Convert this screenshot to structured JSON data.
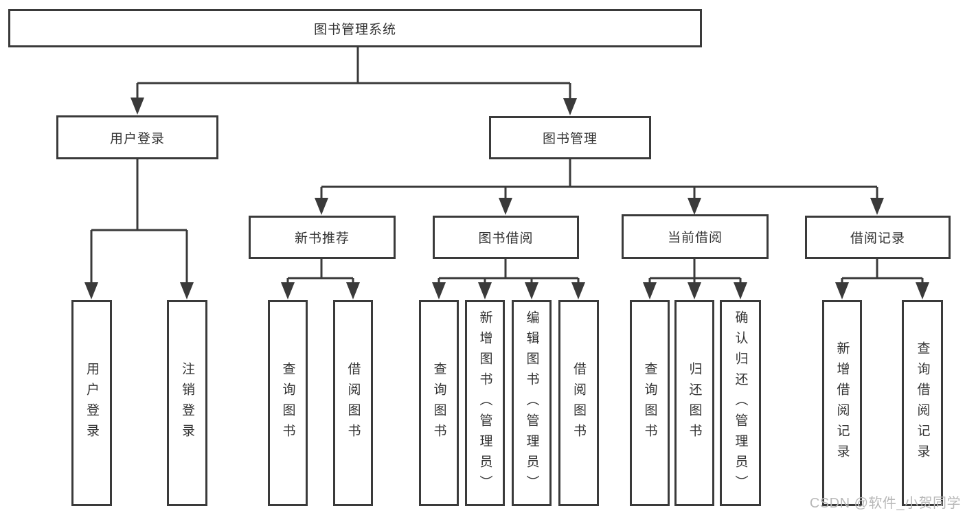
{
  "tree": {
    "root": "图书管理系统",
    "children": [
      {
        "label": "用户登录",
        "children": [
          "用户登录",
          "注销登录"
        ]
      },
      {
        "label": "图书管理",
        "children": [
          {
            "label": "新书推荐",
            "children": [
              "查询图书",
              "借阅图书"
            ]
          },
          {
            "label": "图书借阅",
            "children": [
              "查询图书",
              "新增图书（管理员）",
              "编辑图书（管理员）",
              "借阅图书"
            ]
          },
          {
            "label": "当前借阅",
            "children": [
              "查询图书",
              "归还图书",
              "确认归还（管理员）"
            ]
          },
          {
            "label": "借阅记录",
            "children": [
              "新增借阅记录",
              "查询借阅记录"
            ]
          }
        ]
      }
    ]
  },
  "watermark": {
    "text": "CSDN @软件_小贺同学"
  },
  "colors": {
    "line": "#3a3a3a",
    "text": "#333333",
    "watermark": "#b8b8b8",
    "background": "#ffffff"
  }
}
